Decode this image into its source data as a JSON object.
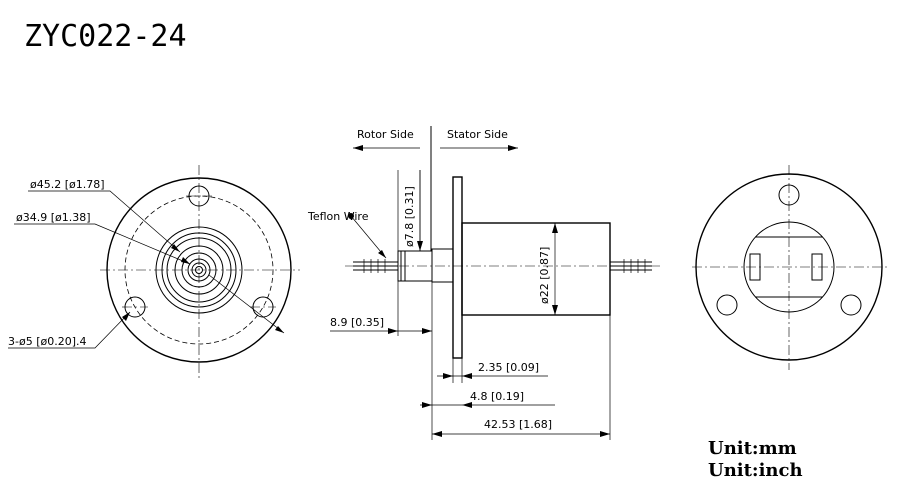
{
  "title": "ZYC022-24",
  "front_view": {
    "outer_dia": "ø45.2 [ø1.78]",
    "body_dia": "ø34.9 [ø1.38]",
    "holes": "3-ø5 [ø0.20].4"
  },
  "side_view": {
    "rotor_side": "Rotor Side",
    "stator_side": "Stator Side",
    "teflon_wire": "Teflon Wire",
    "shaft_dia": "ø7.8 [0.31]",
    "body_dia": "ø22 [0.87]",
    "shaft_len": "8.9 [0.35]",
    "flange_thk": "2.35 [0.09]",
    "flange_pos": "4.8 [0.19]",
    "total_len": "42.53 [1.68]"
  },
  "units": {
    "metric": "Unit:mm",
    "imperial": "Unit:inch"
  }
}
